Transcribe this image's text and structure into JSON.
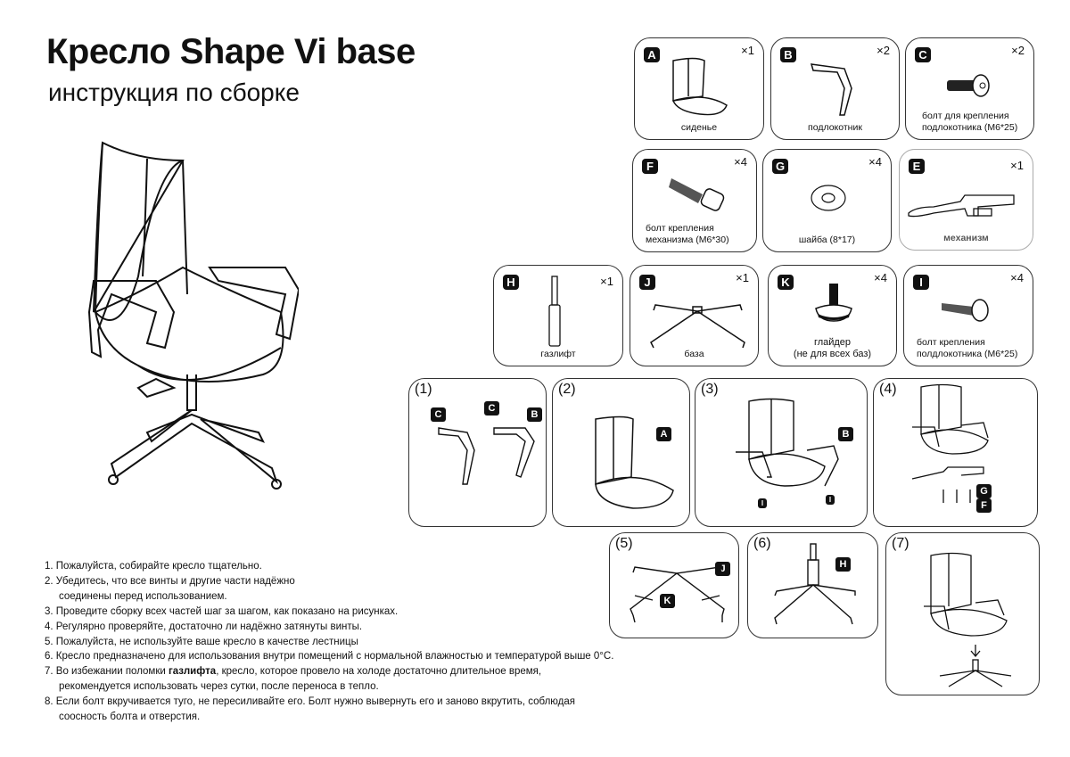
{
  "header": {
    "title": "Кресло Shape Vi base",
    "subtitle": "инструкция по сборке"
  },
  "parts": [
    {
      "letter": "A",
      "qty": "×1",
      "caption": "сиденье"
    },
    {
      "letter": "B",
      "qty": "×2",
      "caption": "подлокотник"
    },
    {
      "letter": "C",
      "qty": "×2",
      "caption1": "болт для крепления",
      "caption2": "подлокотника (M6*25)"
    },
    {
      "letter": "F",
      "qty": "×4",
      "caption1": "болт крепления",
      "caption2": "механизма (M6*30)"
    },
    {
      "letter": "G",
      "qty": "×4",
      "caption": "шайба (8*17)"
    },
    {
      "letter": "E",
      "qty": "×1",
      "caption": "механизм"
    },
    {
      "letter": "H",
      "qty": "×1",
      "caption": "газлифт"
    },
    {
      "letter": "J",
      "qty": "×1",
      "caption": "база"
    },
    {
      "letter": "K",
      "qty": "×4",
      "caption1": "глайдер",
      "caption2": "(не для всех баз)"
    },
    {
      "letter": "I",
      "qty": "×4",
      "caption1": "болт крепления",
      "caption2": "полдлокотника (M6*25)"
    }
  ],
  "steps": [
    "(1)",
    "(2)",
    "(3)",
    "(4)",
    "(5)",
    "(6)",
    "(7)"
  ],
  "rules": [
    "1. Пожалуйста, собирайте кресло тщательно.",
    "2. Убедитесь, что все винты и другие части надёжно",
    "соединены  перед использованием.",
    "3. Проведите сборку всех частей шаг за шагом,  как показано на рисунках.",
    "4. Регулярно проверяйте, достаточно ли надёжно затянуты винты.",
    "5. Пожалуйста, не используйте ваше кресло в качестве лестницы",
    "6. Кресло предназначено для использования внутри помещений с нормальной влажностью и температурой выше 0°C.",
    "7. Во избежании поломки ",
    "газлифта",
    ", кресло, которое провело на холоде достаточно длительное время,",
    "рекомендуется использовать через сутки, после переноса в тепло.",
    "8. Если болт вкручивается туго, не пересиливайте его. Болт нужно вывернуть его и заново вкрутить, соблюдая",
    "соосность болта и отверстия."
  ]
}
